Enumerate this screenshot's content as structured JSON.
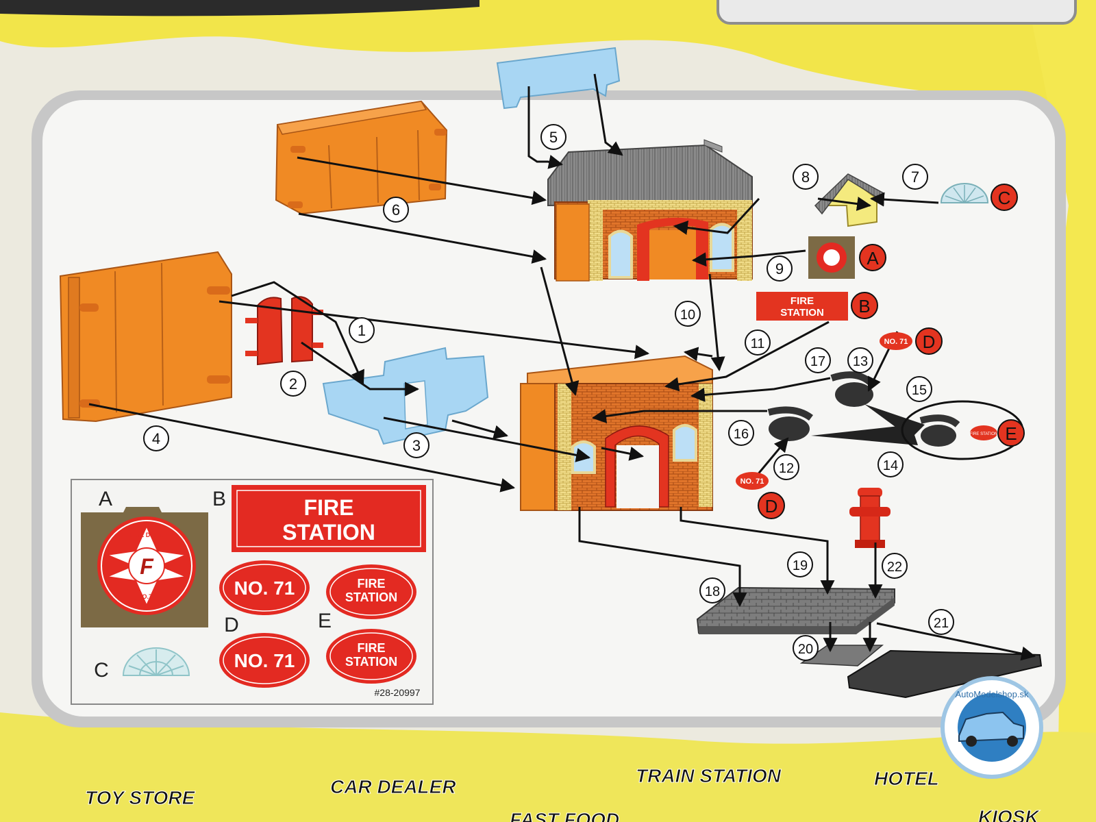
{
  "sticker_sheet": {
    "letters": {
      "a": "A",
      "b": "B",
      "c": "C",
      "d": "D",
      "e": "E"
    },
    "fire_station_line1": "FIRE",
    "fire_station_line2": "STATION",
    "no71": "NO. 71",
    "emblem_top": "FIRE DEPT.",
    "emblem_bottom": "NO.71",
    "emblem_letter": "F",
    "emblem_left": "F",
    "emblem_right": "D",
    "part_number": "#28-20997"
  },
  "callouts": [
    "1",
    "2",
    "3",
    "4",
    "5",
    "6",
    "7",
    "8",
    "9",
    "10",
    "11",
    "12",
    "13",
    "14",
    "15",
    "16",
    "17",
    "18",
    "19",
    "20",
    "21",
    "22"
  ],
  "sticker_refs": {
    "a": "A",
    "b": "B",
    "c": "C",
    "d": "D",
    "e": "E",
    "sign_line1": "FIRE",
    "sign_line2": "STATION",
    "tag_no71": "NO. 71",
    "tag_fire_station": "FIRE STATION"
  },
  "series": {
    "toy_store": "TOY STORE",
    "car_dealer": "CAR DEALER",
    "train_station": "TRAIN STATION",
    "hotel": "HOTEL",
    "fast_food": "FAST FOOD",
    "kiosk": "KIOSK"
  },
  "watermark": {
    "text": "AutoModelshop.sk"
  },
  "colors": {
    "orange": "#f08a24",
    "red": "#e32a22",
    "blue": "#9fd0ee",
    "yellow": "#f3e64a",
    "gray": "#6c6c6c"
  }
}
